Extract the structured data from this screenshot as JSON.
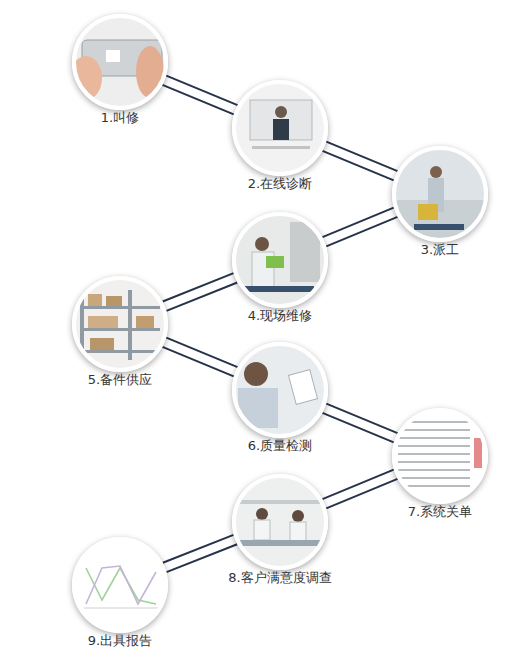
{
  "diagram": {
    "nodes": [
      {
        "text": [
          "1.叫修"
        ]
      },
      {
        "text": [
          "2.在线诊断"
        ]
      },
      {
        "text": [
          "3.派工"
        ]
      },
      {
        "text": [
          "4.现场维修"
        ]
      },
      {
        "text": [
          "5.备件供应"
        ]
      },
      {
        "text": [
          "6.质量检测"
        ]
      },
      {
        "text": [
          "7.系统关单"
        ]
      },
      {
        "text": [
          "8.客户满意度调查"
        ]
      },
      {
        "text": [
          "9.出具报告"
        ]
      }
    ],
    "edges": [
      {
        "from": 0,
        "to": 1,
        "arrow": "none"
      },
      {
        "from": 1,
        "to": 2,
        "arrow": "none"
      },
      {
        "from": 2,
        "to": 3,
        "arrow": "none"
      },
      {
        "from": 3,
        "to": 4,
        "arrow": "none"
      },
      {
        "from": 4,
        "to": 5,
        "arrow": "none"
      },
      {
        "from": 5,
        "to": 6,
        "arrow": "none"
      },
      {
        "from": 6,
        "to": 7,
        "arrow": "none"
      },
      {
        "from": 7,
        "to": 8,
        "arrow": "none"
      }
    ]
  }
}
